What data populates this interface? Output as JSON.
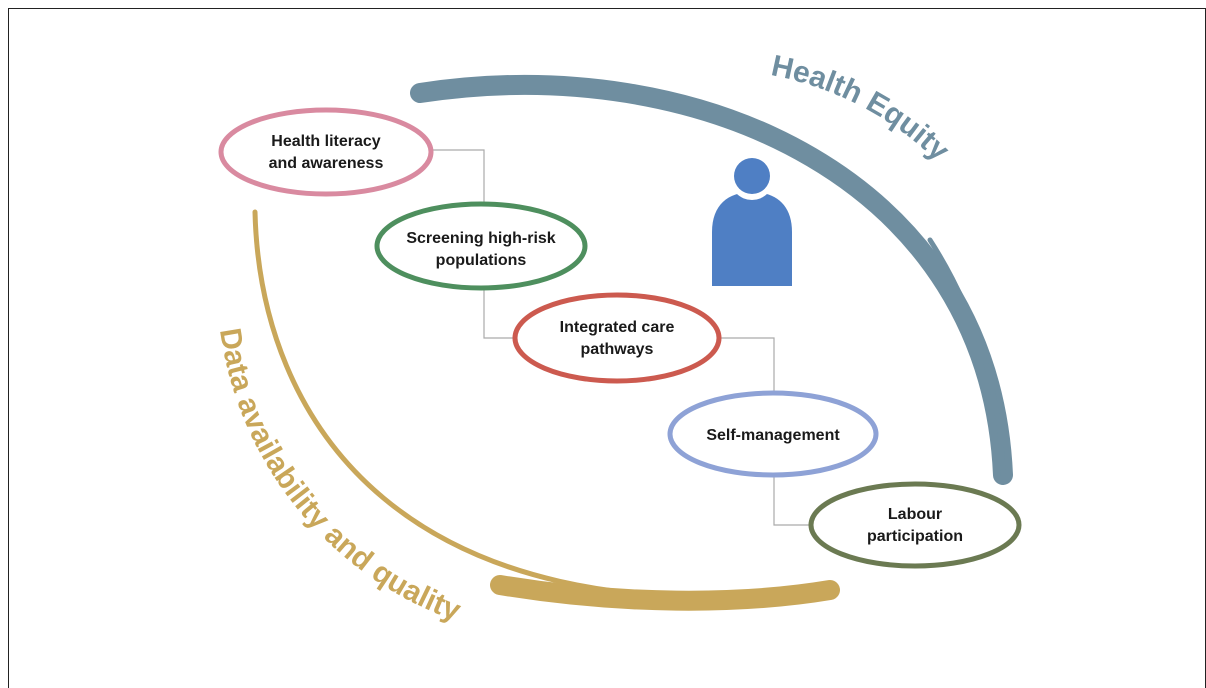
{
  "arcs": {
    "top": {
      "label": "Health Equity",
      "color": "#6f8ea0"
    },
    "bottom": {
      "label": "Data availability and quality",
      "color": "#c9a75a"
    }
  },
  "person_icon": {
    "name": "person-icon",
    "color": "#4f7fc4"
  },
  "connector_color": "#aaaaaa",
  "nodes": [
    {
      "lines": [
        "Health literacy",
        "and awareness"
      ],
      "color": "#d98aa0"
    },
    {
      "lines": [
        "Screening high-risk",
        "populations"
      ],
      "color": "#4e8f5e"
    },
    {
      "lines": [
        "Integrated care",
        "pathways"
      ],
      "color": "#cc5a4f"
    },
    {
      "lines": [
        "Self-management"
      ],
      "color": "#8ea2d6"
    },
    {
      "lines": [
        "Labour",
        "participation"
      ],
      "color": "#6b7a52"
    }
  ]
}
